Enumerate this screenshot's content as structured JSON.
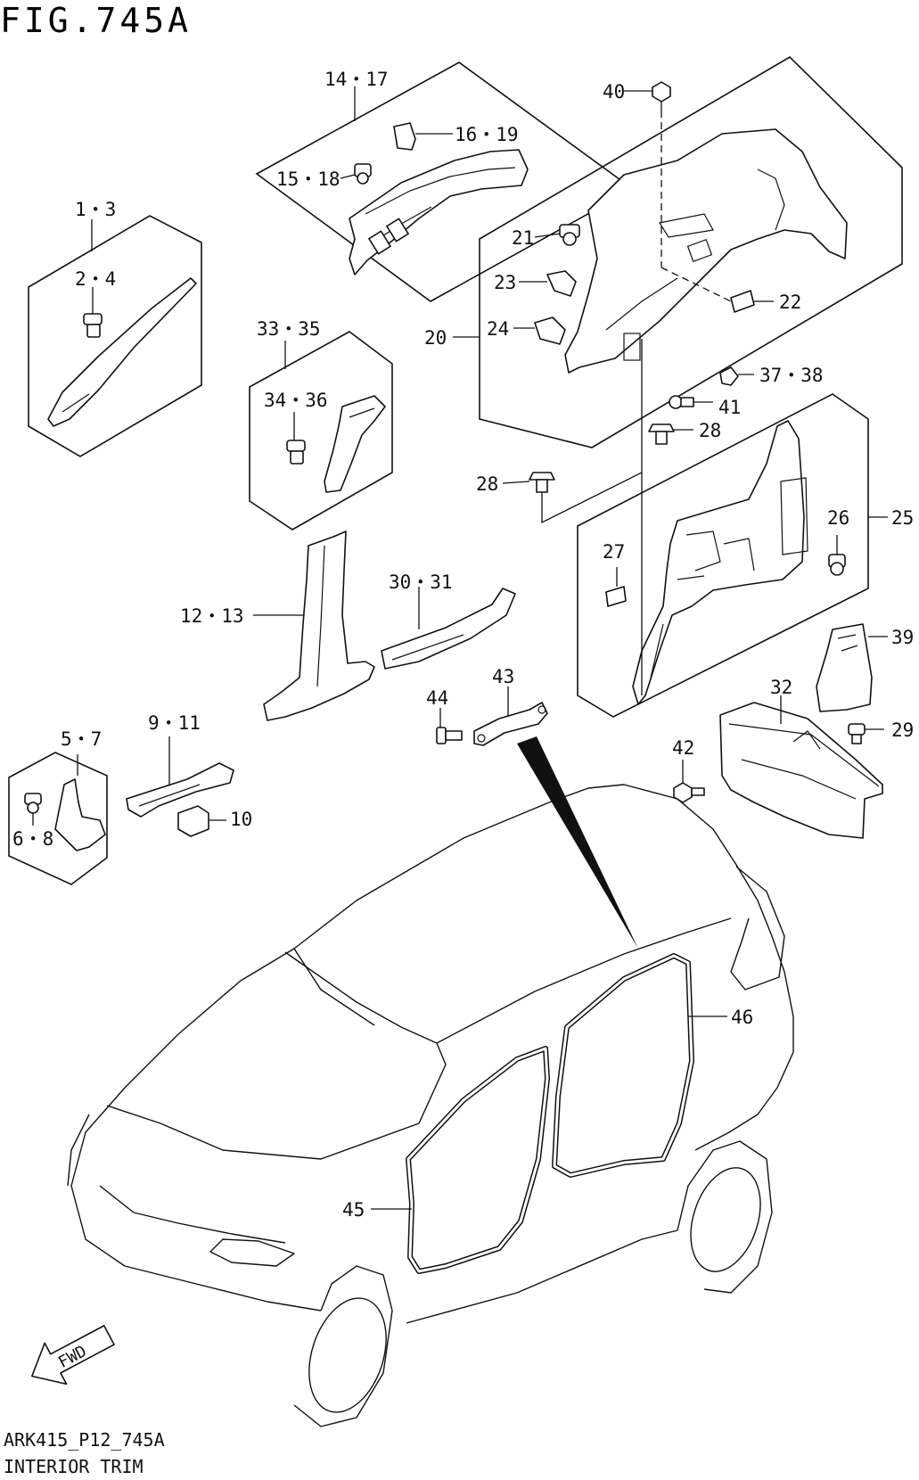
{
  "figure": {
    "title": "FIG.745A",
    "code": "ARK415_P12_745A",
    "caption": "INTERIOR TRIM",
    "fwd_arrow_text": "FWD"
  },
  "callouts": [
    {
      "id": "c-14-17",
      "text": "14・17"
    },
    {
      "id": "c-16-19",
      "text": "16・19"
    },
    {
      "id": "c-15-18",
      "text": "15・18"
    },
    {
      "id": "c-40",
      "text": "40"
    },
    {
      "id": "c-1-3",
      "text": "1・3"
    },
    {
      "id": "c-2-4",
      "text": "2・4"
    },
    {
      "id": "c-21",
      "text": "21"
    },
    {
      "id": "c-23",
      "text": "23"
    },
    {
      "id": "c-22",
      "text": "22"
    },
    {
      "id": "c-20",
      "text": "20"
    },
    {
      "id": "c-24",
      "text": "24"
    },
    {
      "id": "c-33-35",
      "text": "33・35"
    },
    {
      "id": "c-37-38",
      "text": "37・38"
    },
    {
      "id": "c-34-36",
      "text": "34・36"
    },
    {
      "id": "c-41",
      "text": "41"
    },
    {
      "id": "c-28a",
      "text": "28"
    },
    {
      "id": "c-28b",
      "text": "28"
    },
    {
      "id": "c-26",
      "text": "26"
    },
    {
      "id": "c-25",
      "text": "25"
    },
    {
      "id": "c-27",
      "text": "27"
    },
    {
      "id": "c-30-31",
      "text": "30・31"
    },
    {
      "id": "c-12-13",
      "text": "12・13"
    },
    {
      "id": "c-39",
      "text": "39"
    },
    {
      "id": "c-43",
      "text": "43"
    },
    {
      "id": "c-44",
      "text": "44"
    },
    {
      "id": "c-32",
      "text": "32"
    },
    {
      "id": "c-5-7",
      "text": "5・7"
    },
    {
      "id": "c-9-11",
      "text": "9・11"
    },
    {
      "id": "c-29",
      "text": "29"
    },
    {
      "id": "c-42",
      "text": "42"
    },
    {
      "id": "c-10",
      "text": "10"
    },
    {
      "id": "c-6-8",
      "text": "6・8"
    },
    {
      "id": "c-46",
      "text": "46"
    },
    {
      "id": "c-45",
      "text": "45"
    }
  ]
}
